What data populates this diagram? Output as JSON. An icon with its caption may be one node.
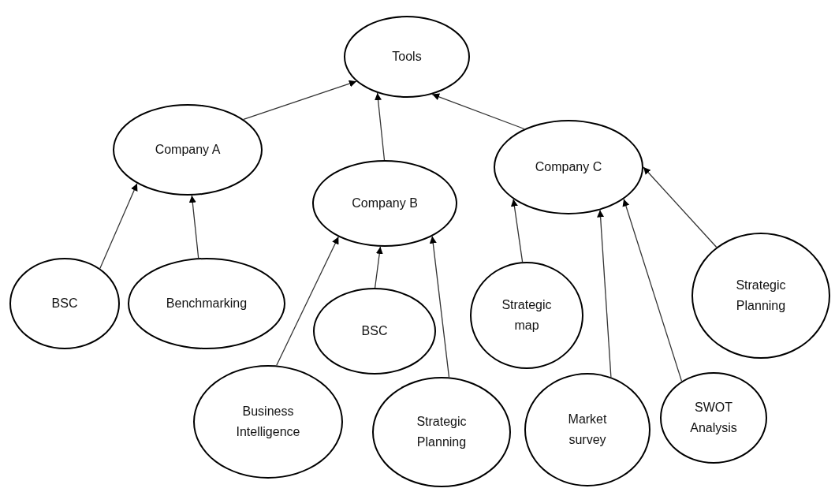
{
  "diagram": {
    "nodes": [
      {
        "text": [
          "Tools"
        ]
      },
      {
        "text": [
          "Company A"
        ]
      },
      {
        "text": [
          "Company B"
        ]
      },
      {
        "text": [
          "Company C"
        ]
      },
      {
        "text": [
          "BSC"
        ]
      },
      {
        "text": [
          "Benchmarking"
        ]
      },
      {
        "text": [
          "Business Intelligence"
        ]
      },
      {
        "text": [
          "BSC"
        ]
      },
      {
        "text": [
          "Strategic Planning"
        ]
      },
      {
        "text": [
          "Strategic map"
        ]
      },
      {
        "text": [
          "Market survey"
        ]
      },
      {
        "text": [
          "SWOT Analysis"
        ]
      },
      {
        "text": [
          "Strategic Planning"
        ]
      }
    ],
    "edges": [
      {
        "from": 1,
        "to": 0,
        "arrow": "to"
      },
      {
        "from": 2,
        "to": 0,
        "arrow": "to"
      },
      {
        "from": 3,
        "to": 0,
        "arrow": "to"
      },
      {
        "from": 4,
        "to": 1,
        "arrow": "to"
      },
      {
        "from": 5,
        "to": 1,
        "arrow": "to"
      },
      {
        "from": 6,
        "to": 2,
        "arrow": "to"
      },
      {
        "from": 7,
        "to": 2,
        "arrow": "to"
      },
      {
        "from": 8,
        "to": 2,
        "arrow": "to"
      },
      {
        "from": 9,
        "to": 3,
        "arrow": "to"
      },
      {
        "from": 10,
        "to": 3,
        "arrow": "to"
      },
      {
        "from": 11,
        "to": 3,
        "arrow": "to"
      },
      {
        "from": 12,
        "to": 3,
        "arrow": "to"
      }
    ]
  }
}
